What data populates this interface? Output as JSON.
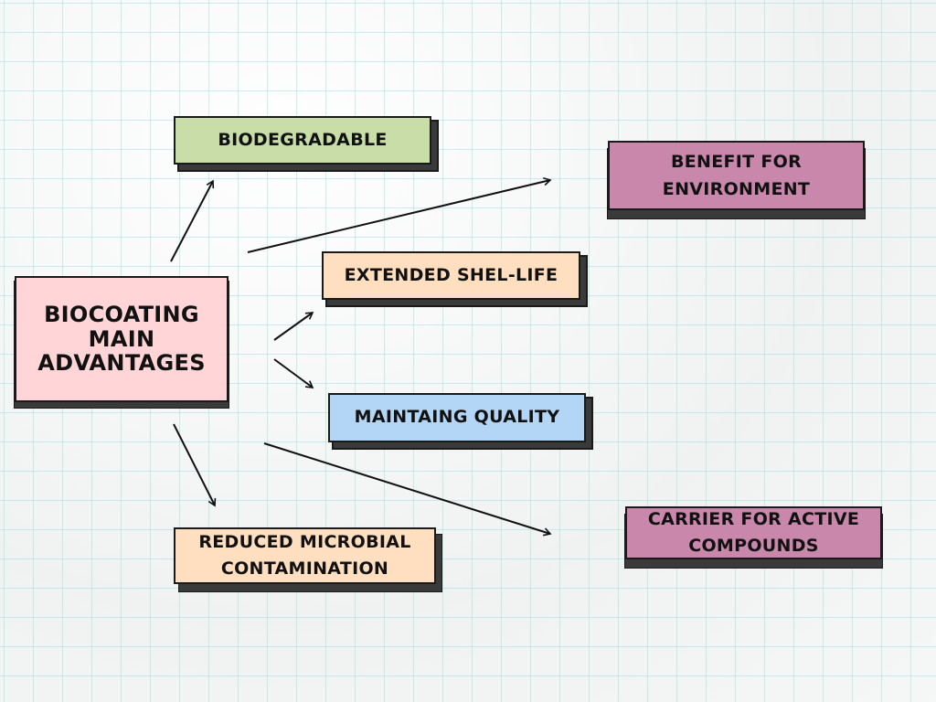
{
  "diagram": {
    "central": {
      "lines": [
        "BIOCOATING",
        "MAIN",
        "ADVANTAGES"
      ],
      "color": "#ffd5d8"
    },
    "nodes": [
      {
        "id": "biodegradable",
        "lines": [
          "BIODEGRADABLE"
        ],
        "color": "#c8dda8"
      },
      {
        "id": "benefit-environment",
        "lines": [
          "BENEFIT FOR",
          "ENVIRONMENT"
        ],
        "color": "#c987ab"
      },
      {
        "id": "extended-shelf-life",
        "lines": [
          "EXTENDED SHEL-LIFE"
        ],
        "color": "#ffdfc0"
      },
      {
        "id": "maintaining-quality",
        "lines": [
          "MAINTAING QUALITY"
        ],
        "color": "#b4d6f6"
      },
      {
        "id": "reduced-microbial",
        "lines": [
          "REDUCED MICROBIAL",
          "CONTAMINATION"
        ],
        "color": "#ffdfc0"
      },
      {
        "id": "carrier-active",
        "lines": [
          "CARRIER FOR ACTIVE",
          "COMPOUNDS"
        ],
        "color": "#c987ab"
      }
    ],
    "edges": [
      {
        "from": "central",
        "to": "biodegradable"
      },
      {
        "from": "central",
        "to": "benefit-environment"
      },
      {
        "from": "central",
        "to": "extended-shelf-life"
      },
      {
        "from": "central",
        "to": "maintaining-quality"
      },
      {
        "from": "central",
        "to": "reduced-microbial"
      },
      {
        "from": "central",
        "to": "carrier-active"
      }
    ],
    "grid_color": "#a0e1d7",
    "shadow_color": "#3a3a3a",
    "border_color": "#1a1a1a"
  }
}
